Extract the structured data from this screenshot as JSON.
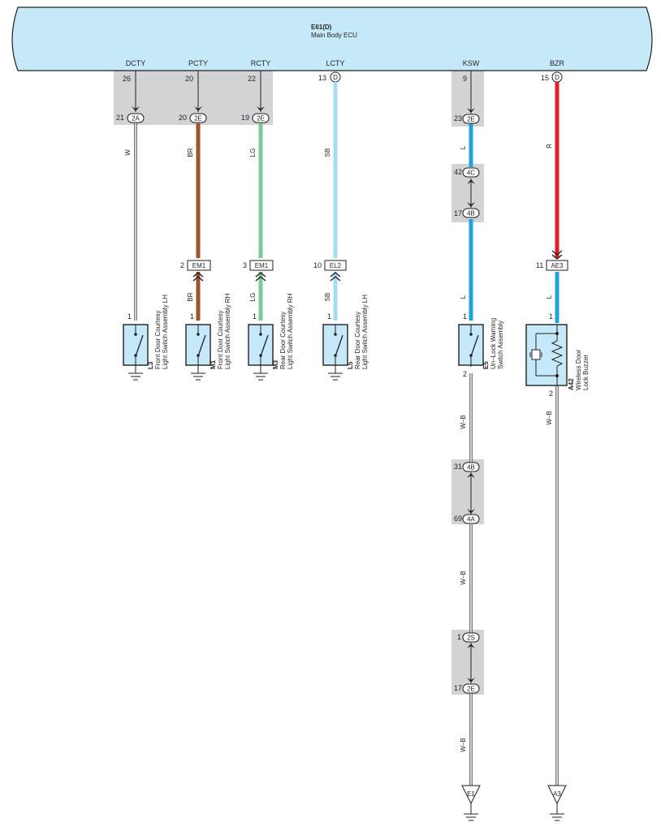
{
  "ecu": {
    "id": "E61(D)",
    "name": "Main Body ECU"
  },
  "signals": [
    "DCTY",
    "PCTY",
    "RCTY",
    "LCTY",
    "KSW",
    "BZR"
  ],
  "ecu_pins": [
    "26",
    "20",
    "22",
    "13",
    "9",
    "15"
  ],
  "ecu_pin_connector": "D",
  "junctions": [
    {
      "pin": "21",
      "code": "2A"
    },
    {
      "pin": "20",
      "code": "2E"
    },
    {
      "pin": "19",
      "code": "2E"
    },
    {
      "pin": "23",
      "code": "2E"
    },
    {
      "pin": "42",
      "code": "4C"
    },
    {
      "pin": "17",
      "code": "4B"
    },
    {
      "pin": "31",
      "code": "4B"
    },
    {
      "pin": "69",
      "code": "4A"
    },
    {
      "pin": "1",
      "code": "2S"
    },
    {
      "pin": "17",
      "code": "2E"
    }
  ],
  "wire_colors": [
    "W",
    "BR",
    "LG",
    "SB",
    "L",
    "R",
    "BR",
    "LG",
    "SB",
    "L",
    "L",
    "W–B",
    "W–B",
    "W–B",
    "W–B",
    "W–B"
  ],
  "inline_connectors": [
    {
      "pin": "2",
      "code": "EM1"
    },
    {
      "pin": "3",
      "code": "EM1"
    },
    {
      "pin": "10",
      "code": "EL2"
    },
    {
      "pin": "11",
      "code": "AE3"
    }
  ],
  "components": [
    {
      "id": "L3",
      "line1": "Front Door Courtesy",
      "line2": "Light Switch Assembly LH"
    },
    {
      "id": "M1",
      "line1": "Front Door Courtesy",
      "line2": "Light Switch Assembly RH"
    },
    {
      "id": "M3",
      "line1": "Rear Door Courtesy",
      "line2": "Light Switch Assembly RH"
    },
    {
      "id": "L5",
      "line1": "Rear Door Courtesy",
      "line2": "Light Switch Assembly LH"
    },
    {
      "id": "E5",
      "line1": "Un–Lock Warning",
      "line2": "Switch Assembly"
    },
    {
      "id": "A42",
      "line1": "Wireless Door",
      "line2": "Lock Buzzer"
    }
  ],
  "component_pins": [
    "1",
    "1",
    "1",
    "1",
    "1",
    "2",
    "1",
    "2"
  ],
  "grounds": [
    "E1",
    "A3"
  ],
  "colors": {
    "ecu_fill": "#c6e9f9",
    "junction_bg": "#d1d3d4",
    "wire_brown": "#a0522d",
    "wire_green": "#7dc99a",
    "wire_skyblue": "#a6dcf3",
    "wire_blue": "#1ea4dd",
    "wire_red": "#e31e24",
    "component_fill": "#c6e9f9",
    "line": "#231f20"
  }
}
